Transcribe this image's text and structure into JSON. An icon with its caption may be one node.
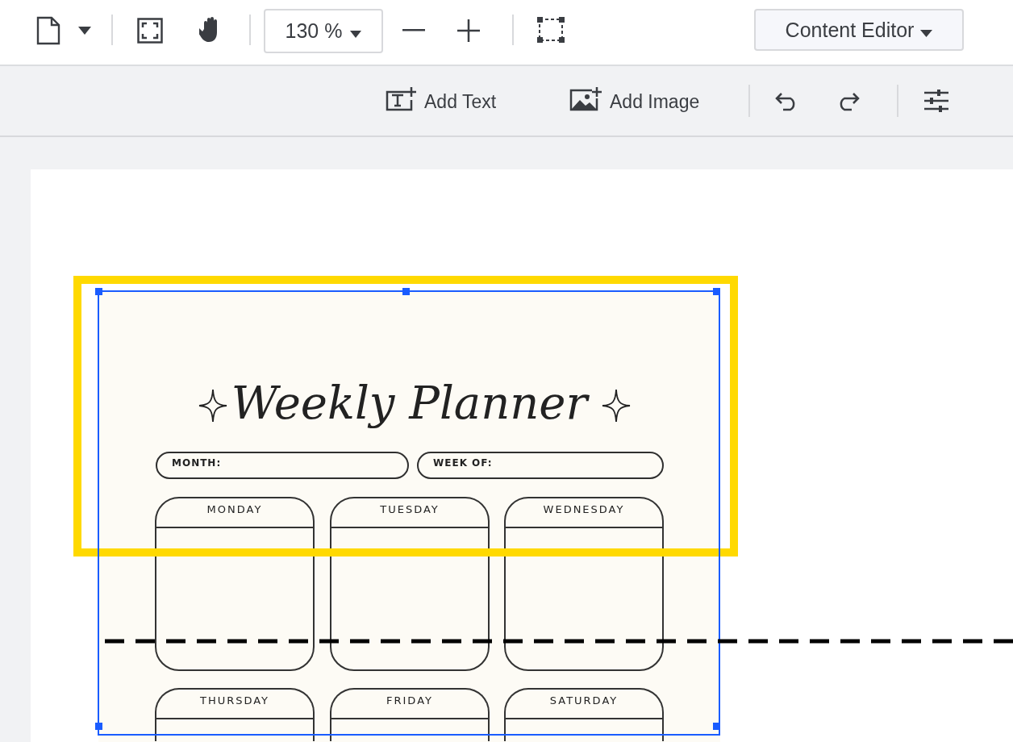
{
  "diagram": {
    "nodes": [
      {
        "text": [
          "Weekly Planner"
        ]
      },
      {
        "text": [
          "MONTH:"
        ],
        "in": 0
      },
      {
        "text": [
          "WEEK OF:"
        ],
        "in": 0
      },
      {
        "text": [
          "MONDAY"
        ],
        "in": 0
      },
      {
        "text": [
          "TUESDAY"
        ],
        "in": 0
      },
      {
        "text": [
          "WEDNESDAY"
        ],
        "in": 0
      },
      {
        "text": [
          "THURSDAY"
        ],
        "in": 0
      },
      {
        "text": [
          "FRIDAY"
        ],
        "in": 0
      },
      {
        "text": [
          "SATURDAY"
        ],
        "in": 0
      }
    ],
    "labels": [
      "130 %",
      "Content Editor",
      "Add Text",
      "Add Image"
    ]
  }
}
